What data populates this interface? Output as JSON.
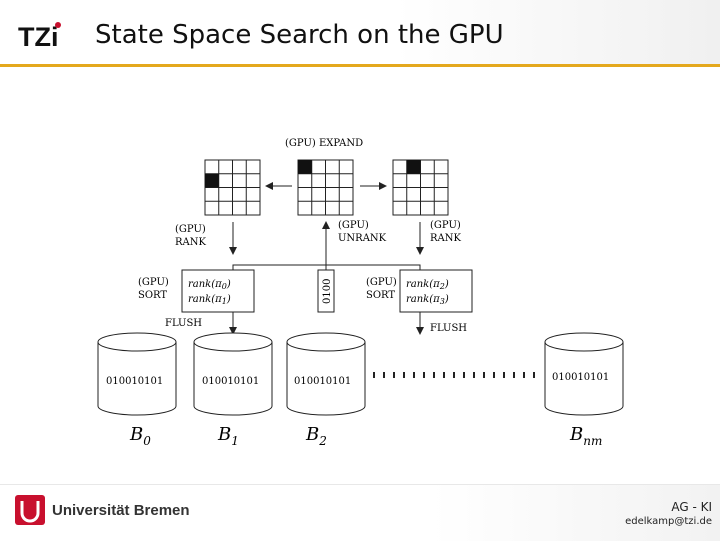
{
  "header": {
    "logo_text": "TZi",
    "title": "State Space Search on the GPU",
    "accent_color": "#e4a81d"
  },
  "diagram": {
    "expand_label": "(GPU) EXPAND",
    "rank_left": [
      "(GPU)",
      "RANK"
    ],
    "unrank": [
      "(GPU)",
      "UNRANK"
    ],
    "rank_right": [
      "(GPU)",
      "RANK"
    ],
    "sort_left": [
      "(GPU)",
      "SORT"
    ],
    "sort_right": [
      "(GPU)",
      "SORT"
    ],
    "flush_left": "FLUSH",
    "flush_right": "FLUSH",
    "vertical_bits": "0100",
    "rank_box_left": [
      {
        "fn": "rank",
        "sym": "π",
        "sub": "0"
      },
      {
        "fn": "rank",
        "sym": "π",
        "sub": "1"
      }
    ],
    "rank_box_right": [
      {
        "fn": "rank",
        "sym": "π",
        "sub": "2"
      },
      {
        "fn": "rank",
        "sym": "π",
        "sub": "3"
      }
    ],
    "buckets": [
      {
        "bits": "010010101",
        "label": "B",
        "sub": "0"
      },
      {
        "bits": "010010101",
        "label": "B",
        "sub": "1"
      },
      {
        "bits": "010010101",
        "label": "B",
        "sub": "2"
      },
      {
        "bits": "010010101",
        "label": "B",
        "sub": "nm"
      }
    ]
  },
  "footer": {
    "university_logo_text": "U",
    "university": "Universität Bremen",
    "group": "AG - KI",
    "email": "edelkamp@tzi.de"
  }
}
